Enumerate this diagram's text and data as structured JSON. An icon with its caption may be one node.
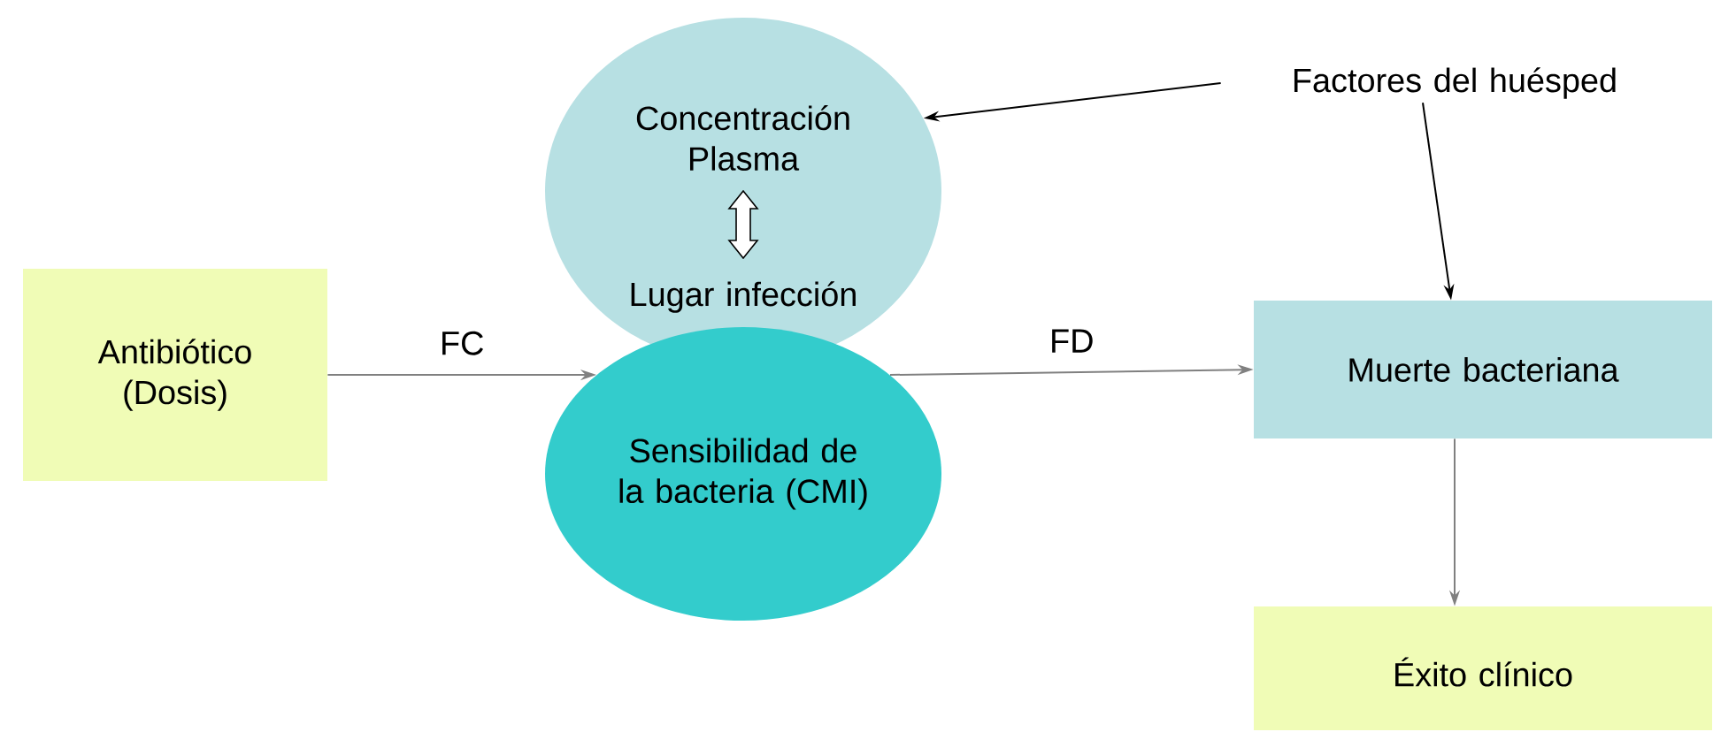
{
  "diagram": {
    "nodes": [
      {
        "text": [
          "Antibiótico (Dosis)"
        ]
      },
      {
        "text": [
          "Concentración Plasma",
          "Lugar infección"
        ]
      },
      {
        "text": [
          "Sensibilidad de la bacteria (CMI)"
        ]
      },
      {
        "text": [
          "Muerte bacteriana"
        ]
      },
      {
        "text": [
          "Éxito clínico"
        ]
      },
      {
        "text": [
          "Factores del huésped"
        ]
      }
    ],
    "edges": [
      {
        "from": 0,
        "to": 2,
        "arrow": "to",
        "label": "FC"
      },
      {
        "from": 2,
        "to": 3,
        "arrow": "to",
        "label": "FD"
      },
      {
        "from": 3,
        "to": 4,
        "arrow": "to"
      },
      {
        "from": 5,
        "to": 1,
        "arrow": "to",
        "color": "#000000"
      },
      {
        "from": 5,
        "to": 3,
        "arrow": "to",
        "color": "#000000"
      }
    ]
  }
}
